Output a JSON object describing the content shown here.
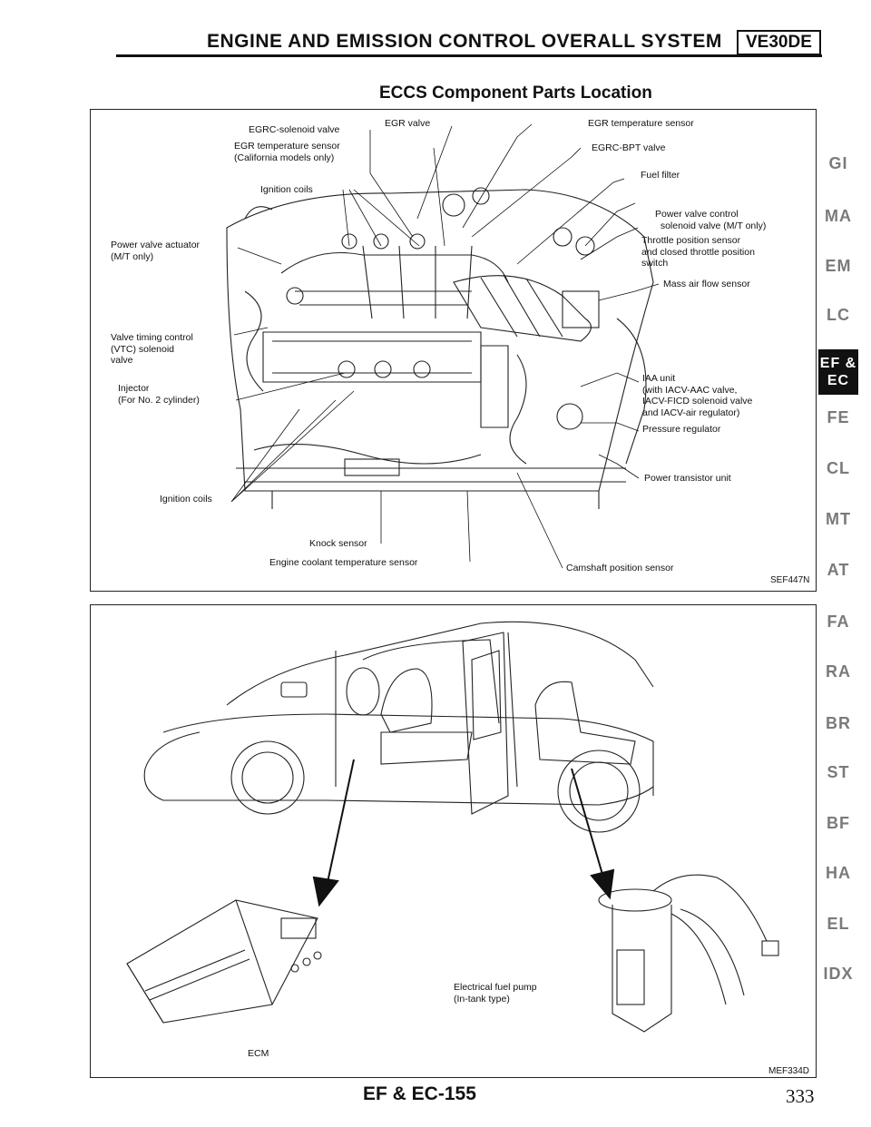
{
  "header": {
    "title": "ENGINE AND EMISSION CONTROL OVERALL SYSTEM",
    "model": "VE30DE"
  },
  "section_title": "ECCS Component Parts Location",
  "figure1": {
    "labels": {
      "egrc_solenoid": "EGRC-solenoid valve",
      "egr_valve": "EGR valve",
      "egr_temp_sensor": "EGR temperature sensor",
      "egr_temp_ca": "EGR temperature sensor\n(California models only)",
      "egrc_bpt": "EGRC-BPT valve",
      "fuel_filter": "Fuel filter",
      "ignition_coils_top": "Ignition coils",
      "power_valve_control": "Power valve control\n  solenoid valve (M/T only)",
      "throttle_position": "Throttle position sensor\nand closed throttle position\nswitch",
      "power_valve_actuator": "Power valve actuator\n(M/T only)",
      "mass_air_flow": "Mass air flow sensor",
      "vtc_solenoid": "Valve timing control\n(VTC) solenoid\nvalve",
      "iaa_unit": "IAA unit\n(with IACV-AAC valve,\nIACV-FICD solenoid valve\nand IACV-air regulator)",
      "injector": "Injector\n(For No. 2 cylinder)",
      "pressure_regulator": "Pressure regulator",
      "power_transistor": "Power transistor unit",
      "ignition_coils_bottom": "Ignition coils",
      "knock_sensor": "Knock sensor",
      "engine_coolant": "Engine coolant temperature sensor",
      "camshaft": "Camshaft position sensor"
    },
    "code": "SEF447N"
  },
  "figure2": {
    "labels": {
      "fuel_pump": "Electrical fuel pump\n(In-tank type)",
      "ecm": "ECM"
    },
    "code": "MEF334D"
  },
  "side_tabs": [
    "GI",
    "MA",
    "EM",
    "LC",
    "EF &\nEC",
    "FE",
    "CL",
    "MT",
    "AT",
    "FA",
    "RA",
    "BR",
    "ST",
    "BF",
    "HA",
    "EL",
    "IDX"
  ],
  "active_tab": "EF & EC",
  "footer": {
    "code": "EF & EC-155",
    "page": "333"
  }
}
